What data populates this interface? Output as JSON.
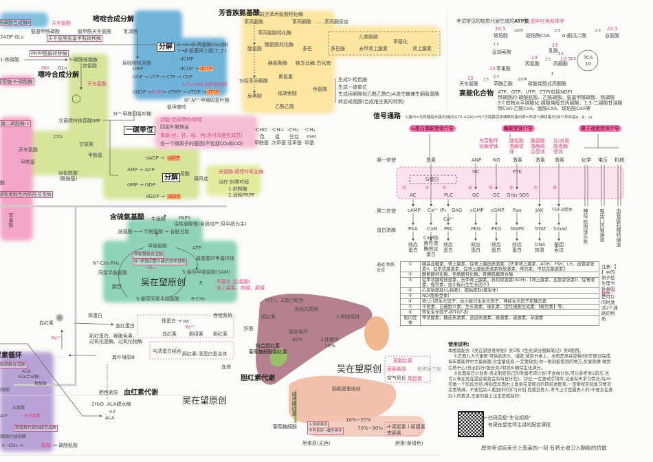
{
  "colors": {
    "pink": "#e0457f",
    "blue": "#6fb3d9",
    "lime": "#d6e59a",
    "yellow": "#fde6a0",
    "green": "#8fd3b8",
    "purple": "#b9a3d6",
    "orange": "#f3a866"
  },
  "pyrimidine": {
    "title": "嘧啶合成分解",
    "items": [
      "氨甲酰磷酸合成酶Ⅱ",
      "天冬氨酸",
      "氨基甲酰磷酸",
      "氨甲酰天冬氨酸",
      "乳清酸",
      "2ADP  GLu",
      "天冬氨酸氨基甲酰转移酶",
      "分解",
      "C→U→β-丙氨酸(Cu;铜)",
      "T→β-氨基异丁酸(T;丁)",
      "dCMP",
      "dCDP →",
      "dCTP",
      "尿嘧啶核苷酸",
      "UMP",
      "UDP → UTP → CTP → CDP",
      "dUDP →",
      "dUMP",
      "→ dTMP → dTDP →",
      "dTTP",
      "5-Fu→FdUMP类似物",
      "N⁵,N¹⁰-甲烯四氢叶酸",
      "氨甲蝶呤",
      "N¹⁰-甲酰四氢叶酸"
    ]
  },
  "purine": {
    "title": "嘌呤合成分解",
    "items": [
      "PRPP酰胺转移酶",
      "1-焦磷酸",
      "5-磷酸核糖胺",
      "甘氨酸",
      "Gln",
      "GLu",
      "天冬氨酸",
      "次黄嘌呤核苷酸IMP",
      "CO₂",
      "甘氨酸",
      "甲酸基",
      "天冬氨酸",
      "甲酰基",
      "谷氨酰胺",
      "(酰胺基)",
      "dADP →",
      "dATP",
      "AMP → ADP",
      "GMP → GDP",
      "dGDP →",
      "dGTP",
      "分解",
      "尿酸",
      "痛风症",
      "关键酶:黄嘌呤氧化酶",
      "治疗:别嘌呤醇",
      "1.抑制酶",
      "2.消耗PRPP"
    ]
  },
  "gluconeogenesis": {
    "items": [
      "葡萄糖-6-磷酸酶",
      "果糖二磷酸酶-1",
      "酸",
      "磷酸烯醇型丙酮酸羧激酶",
      "苹果酸"
    ]
  },
  "one_carbon": {
    "title": "一碳单位",
    "lines": [
      "功能:合成嘌呤/嘧啶",
      "四氢叶酸转运",
      "来源:丝、甘、组、色(苏可间接生成甘)",
      "含一个碳原子的基团(不包括CO₂和CO)"
    ],
    "groups": [
      {
        "formula": "-CHO",
        "aa": "色",
        "name": "甲酰基"
      },
      {
        "formula": "-CH=",
        "aa": "组",
        "name": "次甲基"
      },
      {
        "formula": "-CH₂-",
        "aa": "甘丝",
        "name": "亚甲基"
      },
      {
        "formula": "-CH₃",
        "aa": "met",
        "name": "甲基"
      }
    ]
  },
  "aromatic": {
    "title": "芳香族氨基酸",
    "items": [
      "缺乏苯丙氨酸羟化酶",
      "苯丙氨酸",
      "苯丙酮酸",
      "……苯丙酮尿症",
      "苯丙氨酸羟化酶",
      "酪氨酸",
      "酪氨酸羟化酶",
      "多巴",
      "儿茶酚胺",
      "多巴胺",
      "去甲肾上腺素",
      "甲基化",
      "肾上腺素",
      "酪氨酸酶",
      "缺乏此酶:白化病",
      "黑色素",
      "对羟苯丙酮酸",
      "尿黑酸",
      "延胡索酸",
      "乙酰乙酸",
      "色氨酸",
      "生成5-羟色胺",
      "生成一碳单位",
      "生成丙酮酸和乙酰乙酰CoA是生糖兼生酮氨基酸",
      "转变成烟酸(合成维生素的特例)"
    ]
  },
  "atp": {
    "header": "考试常见的物质代谢生成的",
    "header_bold": "ATP数",
    "header_pink": ",图中红色斜体字",
    "nodes": [
      "琥珀酸",
      "琥珀酰CoA",
      "α-酮戊二酸",
      "谷氨酸",
      "延胡索酸",
      "苹果酸",
      "天冬氨酸",
      "草酰乙酸",
      "磷酸烯醇式丙酮酸",
      "乳酸",
      "丙氨酸",
      "丙酮酸",
      "TCA",
      "10"
    ],
    "values": [
      "16.5",
      "22.5",
      "15",
      "15",
      "15",
      "15",
      "12.5"
    ],
    "edges": [
      "1GTP",
      "2.5",
      "2.5",
      "1.5",
      "2.5",
      "2.5",
      "-1GTP",
      "2.5",
      "2.5",
      "2.5",
      "1"
    ]
  },
  "high_energy": {
    "title": "高能化合物",
    "lines": [
      "ATP、GTP、UTP、CTP(包括NDP)",
      "带磷酸的:磷酸肌酸、乙酰磷酸、氨基甲酰磷酸、焦磷酸",
      "3个底物水平磷酸化:磷酸烯醇式丙酮酸、1,3-二磷酸甘油酸",
      "带CoA:乙酰CoA、脂酰CoA、琥珀酰CoA等"
    ]
  },
  "signal": {
    "title": "信号通路",
    "desc": "G蛋白=鸟苷酸结合蛋白(催化GTP→GDP)=与7次跨膜受体偶联的蛋白质=异源三聚体蛋白(有三种亚基α、β、γ)",
    "categories": [
      "G蛋白偶联受体介导",
      "酶联受体介导",
      "离子通道受体介导"
    ],
    "enzyme_receptors": [
      "鸟苷酸环化酶受体",
      "酪氨酸激酶受体",
      "酪氨酸激酶结合受体",
      "丝/苏氨酸激酶受体"
    ],
    "row_labels": [
      "第一信使",
      "第二信使",
      "蛋白激酶"
    ],
    "g_protein": "G蛋白",
    "first": [
      "激素",
      "ANP",
      "NO",
      "激素",
      "激素",
      "激素"
    ],
    "receptor_enzymes": [
      "GC",
      "PTK"
    ],
    "numbers": [
      "①",
      "②",
      "③",
      "④",
      "⑤",
      "⑥",
      "⑦",
      "⑧"
    ],
    "enzymes": [
      "AC",
      "PLC",
      "GC",
      "GC",
      "Grb₂-SOS"
    ],
    "second": [
      "cAMP",
      "Ca²⁺",
      "IP₃",
      "DAG",
      "cGMP",
      "cGMP",
      "Ras",
      "JAK",
      "TGF-β受体"
    ],
    "ca_store": "Ca²⁺",
    "kinases": [
      "PKA",
      "CaM",
      "PKC",
      "PKG",
      "PKG",
      "MAPK",
      "STAT",
      "Smad"
    ],
    "effects": [
      "效应蛋白",
      "CaM依赖性激酶效应蛋白",
      "效应蛋白",
      "效应蛋白",
      "效应蛋白",
      "效应蛋白",
      "DNA转录",
      "基因表达"
    ],
    "ion_channels": [
      {
        "type": "化学",
        "desc": "神经-肌肉接头处"
      },
      {
        "type": "电压",
        "desc": "电压门控钠通道"
      },
      {
        "type": "机械",
        "desc": "血管壁机械钙通道"
      }
    ]
  },
  "channel_table": {
    "label": "通道-物质对应",
    "rows": [
      {
        "k": "①",
        "v": "胰高血糖素、肾上腺素、促肾上腺皮质激素;【去甲肾上腺素、ADH、FSH、LH、血管紧张素II、促甲状腺激素、促肾上腺皮质激素释放激素、降钙素、甲状旁腺激素】"
      },
      {
        "k": "②",
        "v": "酪氨酸羟化酶、色氨酸羟化酶、骨骼肌糖原合酶"
      },
      {
        "k": "③",
        "v": "促甲状腺释放激素、去甲肾上腺素、抗利尿激素(ADH);【肾上腺素、血管紧张素II、促胃液素、缩宫素、血小板衍生生长因子】"
      },
      {
        "k": "④",
        "v": "心房钠尿肽(心钠素)、脑钠尿肽(膜受体)"
      },
      {
        "k": "⑤",
        "v": "NO(胞质受体)"
      },
      {
        "k": "⑥",
        "v": "表(上)皮生长因子、血小板衍生生长因子、神经生长因子和胰岛素"
      },
      {
        "k": "⑦",
        "v": "干扰素、白细胞介素、生长激素、催乳素、促红细胞生成素;【缩宫素】等。"
      },
      {
        "k": "⑧",
        "v": "转化生长因子-β(TGF-β)"
      },
      {
        "k": "胞内受体",
        "v": "甲状腺素、糖皮质激素、盐皮质激素、雌激素、雄激素、孕激素"
      }
    ],
    "note": "注意:【 】中的例子是生理书补充的例子。",
    "note_pink": "标红字",
    "note_rest": "是可以同时激活2个通路的物质"
  },
  "sulfur": {
    "title": "含硫氨基酸",
    "items": [
      "牛磺酸",
      "PAPS",
      "活性硫酸根(含硫均产,但半胱为主)",
      "胱氨酸 ←→ 半胱氨酸 → 谷胱甘肽",
      "甲硫氨酸",
      "ATP",
      "最重要的甲基供体",
      "甲硫氨酸合成酶",
      "N⁵-甲基四氢叶酸的转甲基酶",
      "VB₁₂",
      "N⁵-CH₃-FH₄",
      "同型半胱氨酸",
      "S-腺苷甲硫氨酸(SAM)",
      "腺苷",
      "S-腺苷同型半胱氨酸",
      "R",
      "R-CH₃",
      "甲基化 组(氨酸)",
      "肾上腺素、肉碱、胆碱"
    ]
  },
  "heme": {
    "title": "血红素代谢",
    "items": [
      "血红素",
      "Fe²⁺",
      "珠蛋白",
      "血红蛋白",
      "珠蛋白 → aa",
      "血红素",
      "Fe²⁺",
      "胆绿素",
      "胆红素",
      "肌红蛋白、细胞色素、",
      "过氧化氢酶、过氧化物酶",
      "与清蛋白结合",
      "胆红素-清蛋白复合体",
      "吞噬系统",
      "粪卟啉原Ⅲ",
      "· · ·",
      "胆色素原",
      "2H₂O",
      "ALA脱水酶",
      "×2",
      "ALA",
      "血液"
    ]
  },
  "bilirubin": {
    "title": "胆红素代谢",
    "items": [
      "Y(主)、Z蛋白结合",
      "滑面内质网",
      "胆红素",
      "入肾随尿排",
      "肝脏",
      "肠肝循环",
      "90%",
      "人体循环",
      "10%",
      "结合胆红素",
      "葡萄糖醛酸胆红素",
      "尿胆红素",
      "尿胆素原",
      "空气氧化",
      "尿胆素",
      "统称尿三胆",
      "肠黏膜重吸收",
      "结合胆红素",
      "葡萄糖醛酸",
      "10%~20%",
      "d-尿胆素原",
      "中胆素原→粪胆素原",
      "70%~90%",
      "d-尿胆素 i-尿胆素",
      "粪胆素",
      "胆素原(无色)",
      "胆素(黄褐色)"
    ]
  },
  "urea": {
    "title": "尿素循环",
    "items": [
      "氨甲酰磷酸合成酶Ⅰ",
      "AGA",
      "AGA合成酶",
      "精氨酸",
      "瓜氨酸",
      "瓜氨酸",
      "ATP",
      "天冬氨酸",
      "精氨酸代琥珀酸合成酶",
      "精氨酸代琥珀酸",
      "+ -CH₃ →",
      "肌酸",
      "→ 磷酸肌酸"
    ]
  },
  "watermark": "吴在望原创",
  "usage": {
    "title": "使用说明:",
    "p0": "本图需配合《吴在望思维导图》吴2和《生化满分图解笔记》吴8使用。",
    "p1": "①正面九大代谢图:可贴到床头、墙壁,铺到书桌上。本图是吴在望耗时6年原创完成,每年都能押中大量真题,含金量极高,一定要放到,你一眼就能看到的地方,反复观摩,做到烂熟于心!务必执行!配合吴2和吴8,确保生化满分。",
    "p2": "②反面每日计划表:务必制定自己的专属考研计划(不会做计划,可以参考吴1前言,也可以参加吴在望逆袭营会有每日计划)。切记,一定要动手填写,记录每天学习情况,每20天做一个阶段总结,特别是反面右上角吴在望原创的四综进度表,一定要按实际复习情况涂黑填满。不要怕别人看到你的学习计划,而感到丢人,考不上才是最丢人的!不要太在意别人的看法,王者的路上注定是孤独的!"
  },
  "qr": {
    "line1": "←扫码回复\"生化视频\"",
    "line2": "有吴在望老师主讲的配套课程"
  },
  "footer": "愿你考试结束合上笔盖的一刻 有将士收刀入鞘般的骄傲"
}
